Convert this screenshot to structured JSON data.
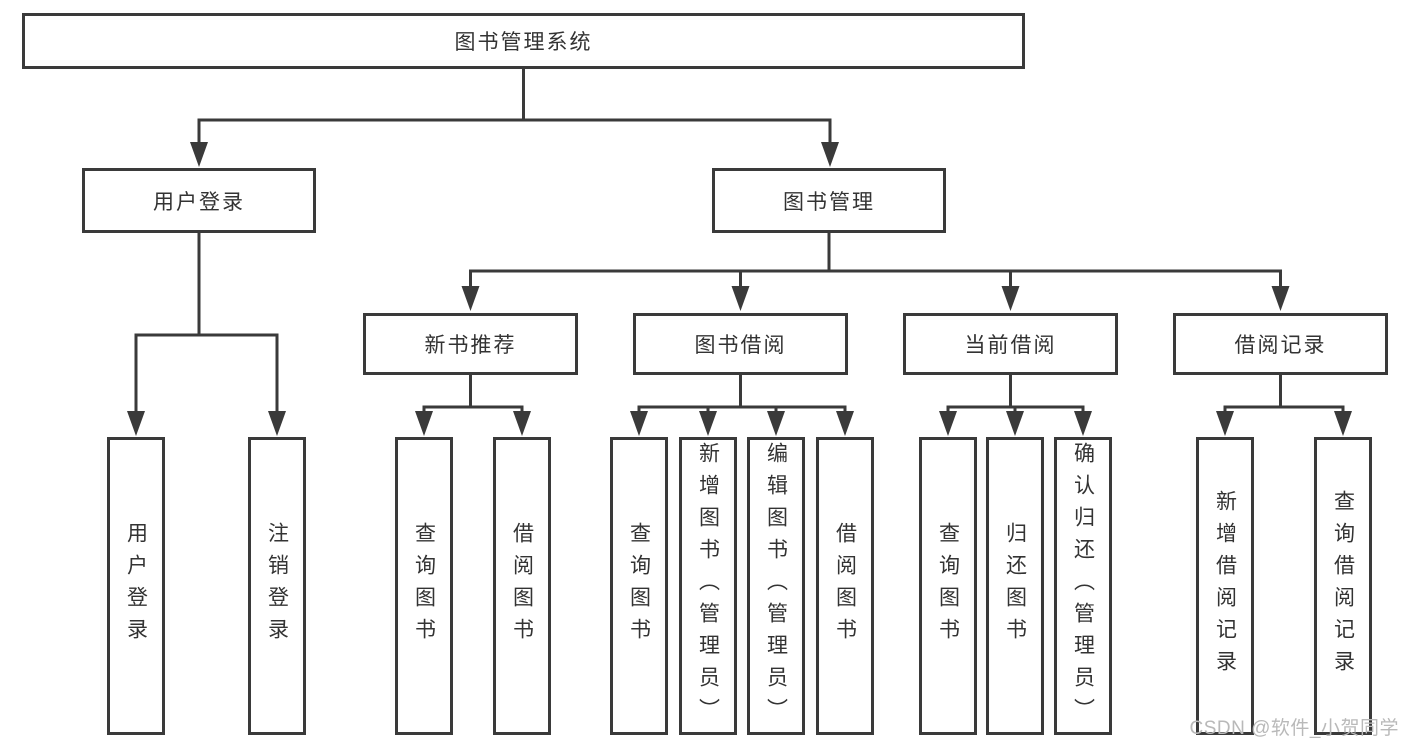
{
  "title": "图书管理系统",
  "watermark": "CSDN @软件_小贺同学",
  "colors": {
    "line": "#3a3a3a",
    "text": "#333333",
    "background": "#ffffff",
    "watermark": "#b9b9b9"
  },
  "tree": {
    "root": {
      "label": "图书管理系统"
    },
    "branches": [
      {
        "label": "用户登录",
        "children": [
          {
            "label": "用户登录"
          },
          {
            "label": "注销登录"
          }
        ]
      },
      {
        "label": "图书管理",
        "children": [
          {
            "label": "新书推荐",
            "children": [
              {
                "label": "查询图书"
              },
              {
                "label": "借阅图书"
              }
            ]
          },
          {
            "label": "图书借阅",
            "children": [
              {
                "label": "查询图书"
              },
              {
                "label": "新增图书（管理员）"
              },
              {
                "label": "编辑图书（管理员）"
              },
              {
                "label": "借阅图书"
              }
            ]
          },
          {
            "label": "当前借阅",
            "children": [
              {
                "label": "查询图书"
              },
              {
                "label": "归还图书"
              },
              {
                "label": "确认归还（管理员）"
              }
            ]
          },
          {
            "label": "借阅记录",
            "children": [
              {
                "label": "新增借阅记录"
              },
              {
                "label": "查询借阅记录"
              }
            ]
          }
        ]
      }
    ]
  }
}
